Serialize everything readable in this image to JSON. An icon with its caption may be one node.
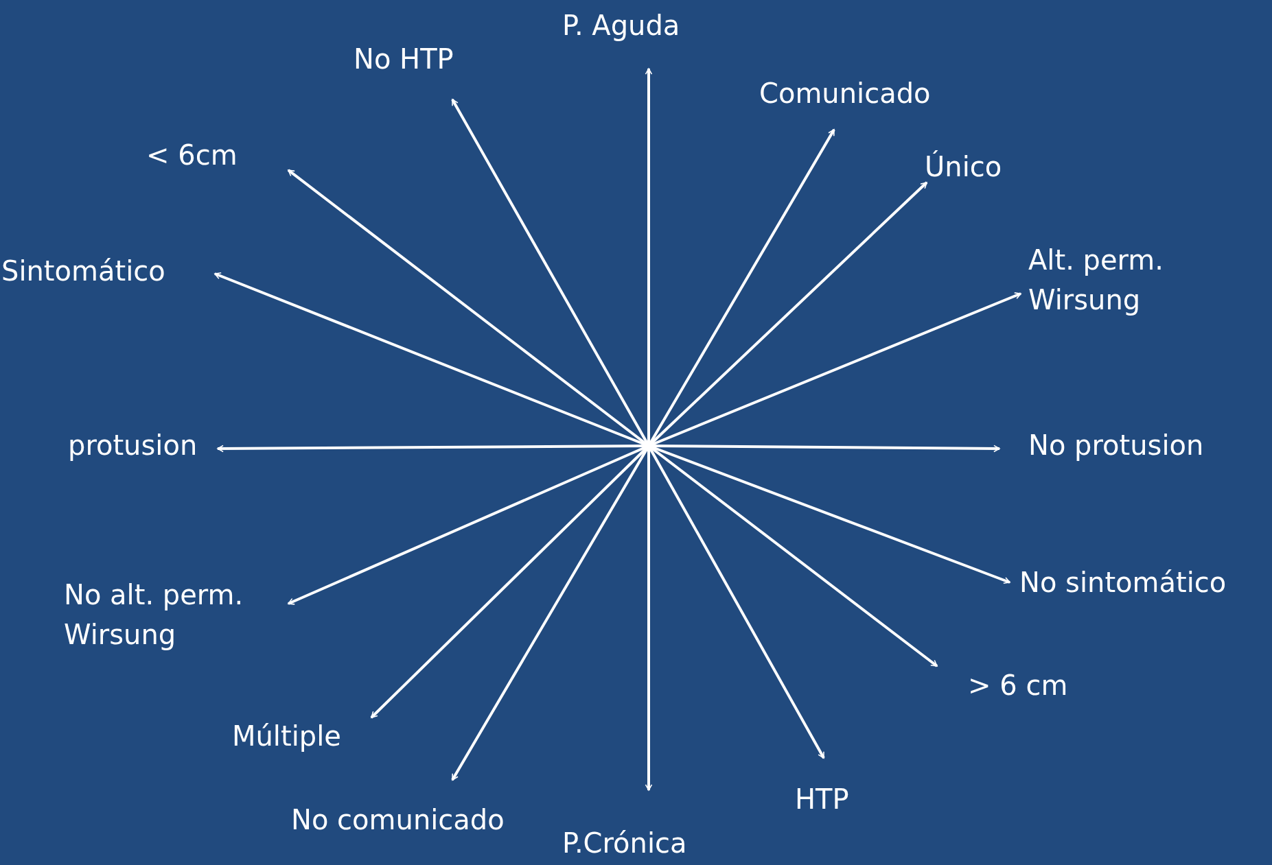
{
  "diagram": {
    "nodes": [
      {
        "text": [
          "P. Aguda"
        ]
      },
      {
        "text": [
          "No HTP"
        ]
      },
      {
        "text": [
          "Comunicado"
        ]
      },
      {
        "text": [
          "< 6cm"
        ]
      },
      {
        "text": [
          "Único"
        ]
      },
      {
        "text": [
          "Sintomático"
        ]
      },
      {
        "text": [
          "Alt. perm. Wirsung"
        ]
      },
      {
        "text": [
          "protusion"
        ]
      },
      {
        "text": [
          "No protusion"
        ]
      },
      {
        "text": [
          "No alt. perm. Wirsung"
        ]
      },
      {
        "text": [
          "No sintomático"
        ]
      },
      {
        "text": [
          "> 6 cm"
        ]
      },
      {
        "text": [
          "Múltiple"
        ]
      },
      {
        "text": [
          "HTP"
        ]
      },
      {
        "text": [
          "No comunicado"
        ]
      },
      {
        "text": [
          "P.Crónica"
        ]
      }
    ],
    "edges": [
      {
        "from": 0,
        "to": 15,
        "arrow": "both"
      },
      {
        "from": 1,
        "to": 13,
        "arrow": "both"
      },
      {
        "from": 2,
        "to": 14,
        "arrow": "both"
      },
      {
        "from": 3,
        "to": 11,
        "arrow": "both"
      },
      {
        "from": 4,
        "to": 12,
        "arrow": "both"
      },
      {
        "from": 5,
        "to": 10,
        "arrow": "both"
      },
      {
        "from": 6,
        "to": 9,
        "arrow": "both"
      },
      {
        "from": 7,
        "to": 8,
        "arrow": "both"
      }
    ]
  }
}
